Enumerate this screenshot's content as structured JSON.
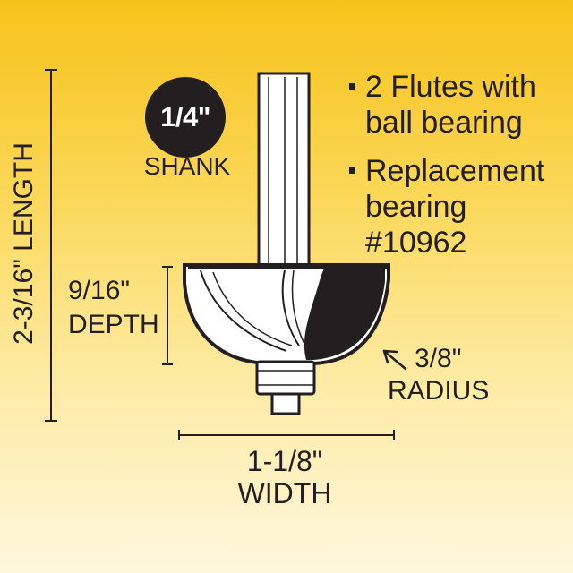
{
  "shank": {
    "size": "1/4\"",
    "label": "SHANK"
  },
  "features": [
    {
      "lines": [
        "2 Flutes with",
        "ball bearing"
      ]
    },
    {
      "lines": [
        "Replacement",
        "bearing",
        "#10962"
      ]
    }
  ],
  "dimensions": {
    "length": {
      "value": "2-3/16\"",
      "label": "LENGTH"
    },
    "depth": {
      "value": "9/16\"",
      "label": "DEPTH"
    },
    "radius": {
      "value": "3/8\"",
      "label": "RADIUS"
    },
    "width": {
      "value": "1-1/8\"",
      "label": "WIDTH"
    }
  },
  "colors": {
    "ink": "#231f20",
    "metal": "#ffffff",
    "background_top": "#f7c21a",
    "background_bottom": "#fff7dc"
  }
}
